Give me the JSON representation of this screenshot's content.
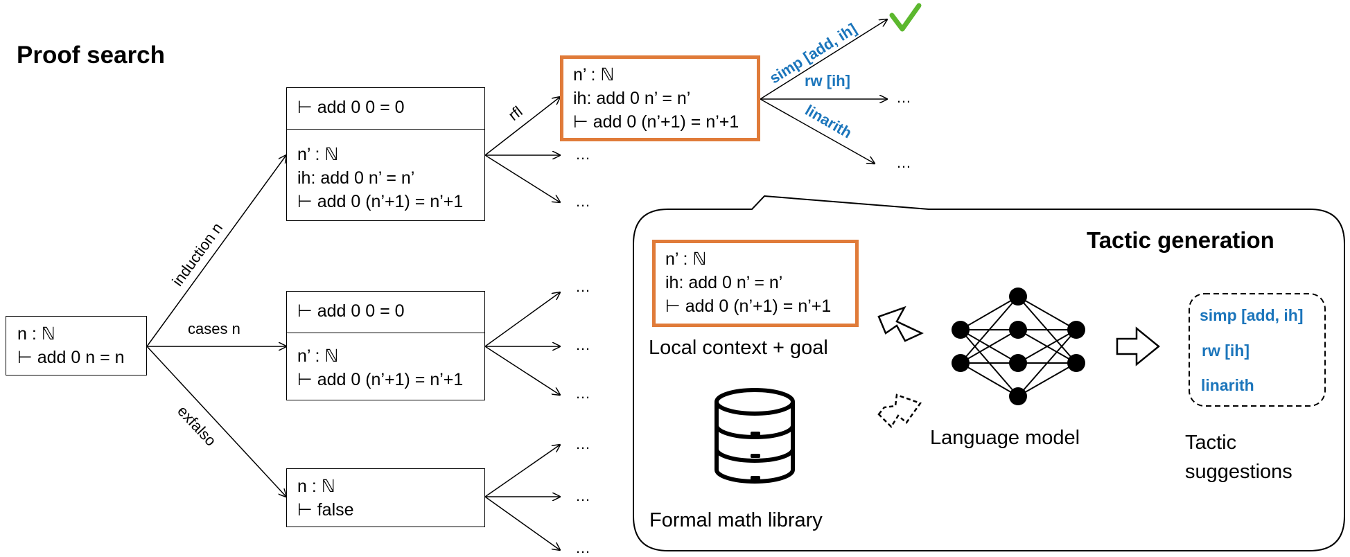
{
  "proof_search": {
    "title": "Proof search",
    "root": {
      "lines": [
        "n : ℕ",
        "⊢ add 0 n = n"
      ]
    },
    "edges": {
      "induction": "induction n",
      "cases": "cases n",
      "exfalso": "exfalso",
      "rfl": "rfl"
    },
    "induction_node": {
      "base": "⊢ add 0 0 = 0",
      "step": [
        "n’ : ℕ",
        "ih: add 0 n’ = n’",
        "⊢ add 0 (n’+1) = n’+1"
      ]
    },
    "cases_node": {
      "base": "⊢ add 0 0 = 0",
      "step": [
        "n’ : ℕ",
        "⊢ add 0 (n’+1) = n’+1"
      ]
    },
    "exfalso_node": {
      "lines": [
        "n : ℕ",
        "⊢ false"
      ]
    },
    "selected_goal": {
      "lines": [
        "n’ : ℕ",
        "ih: add 0 n’ = n’",
        "⊢ add 0 (n’+1) = n’+1"
      ]
    },
    "tactics": [
      "simp [add, ih]",
      "rw [ih]",
      "linarith"
    ],
    "ellipsis": "…"
  },
  "tactic_generation": {
    "title": "Tactic generation",
    "context_box": {
      "lines": [
        "n’ : ℕ",
        "ih: add 0 n’ = n’",
        "⊢ add 0 (n’+1) = n’+1"
      ]
    },
    "context_label": "Local context + goal",
    "library_label": "Formal math library",
    "model_label": "Language model",
    "suggestions": [
      "simp [add, ih]",
      "rw [ih]",
      "linarith"
    ],
    "suggestions_label": [
      "Tactic",
      "suggestions"
    ]
  },
  "colors": {
    "highlight": "#e07b39",
    "tactic": "#1b75bb",
    "check": "#5cb82e"
  }
}
